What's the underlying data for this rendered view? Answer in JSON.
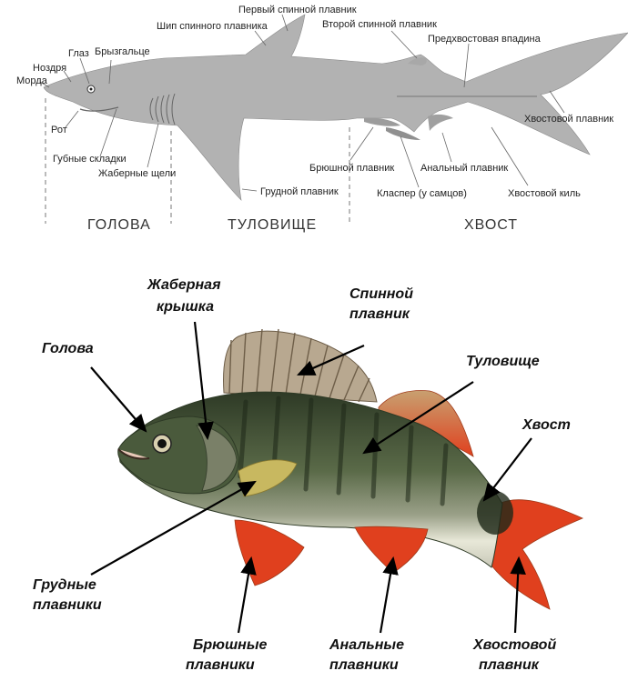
{
  "shark": {
    "labels": {
      "snout": "Морда",
      "nostril": "Ноздря",
      "eye": "Глаз",
      "spiracle": "Брызгальце",
      "dorsal_spine": "Шип спинного плавника",
      "first_dorsal": "Первый спинной плавник",
      "second_dorsal": "Второй спинной плавник",
      "precaudal_pit": "Предхвостовая впадина",
      "mouth": "Рот",
      "labial_folds": "Губные складки",
      "gill_slits": "Жаберные щели",
      "pectoral_fin": "Грудной плавник",
      "pelvic_fin": "Брюшной плавник",
      "clasper": "Клаcпер (у самцов)",
      "anal_fin": "Анальный плавник",
      "caudal_keel": "Хвостовой киль",
      "caudal_fin": "Хвостовой плавник"
    },
    "sections": {
      "head": "ГОЛОВА",
      "trunk": "ТУЛОВИЩЕ",
      "tail": "ХВОСТ"
    },
    "colors": {
      "body": "#b2b2b2",
      "fin": "#a8a8a8"
    }
  },
  "perch": {
    "labels": {
      "head": "Голова",
      "gill_cover_1": "Жаберная",
      "gill_cover_2": "крышка",
      "dorsal_1": "Спинной",
      "dorsal_2": "плавник",
      "trunk": "Туловище",
      "tail": "Хвост",
      "pectoral_1": "Грудные",
      "pectoral_2": "плавники",
      "pelvic_1": "Брюшные",
      "pelvic_2": "плавники",
      "anal_1": "Анальные",
      "anal_2": "плавники",
      "caudal_1": "Хвостовой",
      "caudal_2": "плавник"
    },
    "colors": {
      "body": "#4a5a3c",
      "belly": "#e8e8d8",
      "fins": "#e0401e",
      "dorsal": "#b8a890",
      "pectoral": "#c8b860"
    }
  }
}
